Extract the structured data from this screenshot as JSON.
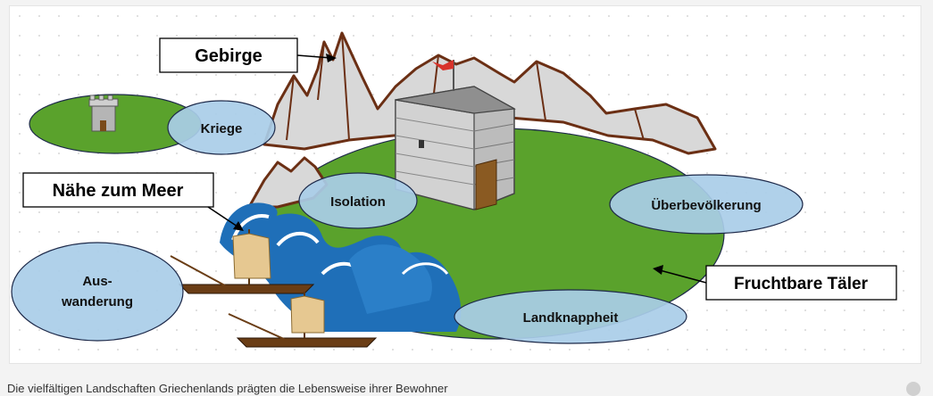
{
  "labels": {
    "mountains": "Gebirge",
    "sea": "Nähe zum Meer",
    "valleys": "Fruchtbare Täler"
  },
  "bubbles": {
    "wars": "Kriege",
    "isolation": "Isolation",
    "overpopulation": "Überbevölkerung",
    "emigration_line1": "Aus-",
    "emigration_line2": "wanderung",
    "land_shortage": "Landknappheit"
  },
  "caption": "Die vielfältigen Landschaften Griechenlands prägten die Lebensweise ihrer Bewohner",
  "colors": {
    "land": "#5aa22c",
    "bubble_fill": "#a9cde8",
    "bubble_stroke": "#1e2a4a",
    "water": "#1f6fb8",
    "mountain": "#d8d8d8",
    "mountain_stroke": "#6b2f14",
    "tower": "#b8b8b8"
  },
  "icons": {
    "help": "help-circle-icon"
  }
}
